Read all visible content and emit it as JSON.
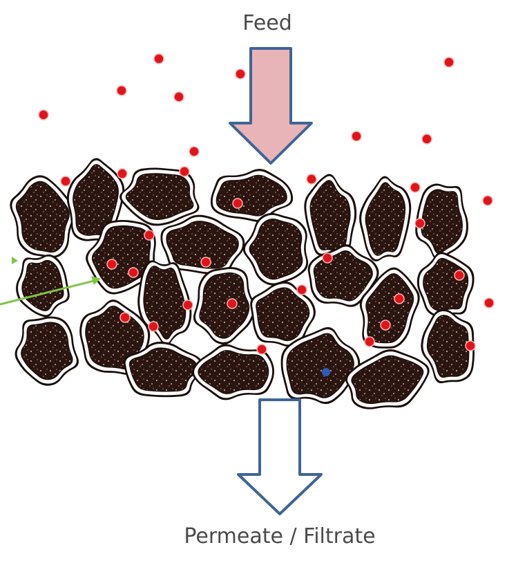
{
  "labels": {
    "feed": "Feed",
    "permeate": "Permeate / Filtrate"
  },
  "colors": {
    "background": "#ffffff",
    "feed_arrow_fill": "#e8b4b8",
    "arrow_stroke": "#3f6496",
    "permeate_arrow_fill": "#ffffff",
    "grain_fill": "#2b1510",
    "grain_outline": "#1a0d09",
    "grain_rim": "#ffffff",
    "grain_speckle": "#c8b8a8",
    "particle": "#e0141c",
    "particle_blue": "#2e5cb8",
    "flow_line": "#7dc544"
  },
  "elements": {
    "feed_arrow": "feed-arrow",
    "permeate_arrow": "permeate-arrow",
    "filter_bed": "filter-media-grains",
    "particles": "contaminant-particles",
    "flow_path": "flow-path-arrow"
  }
}
